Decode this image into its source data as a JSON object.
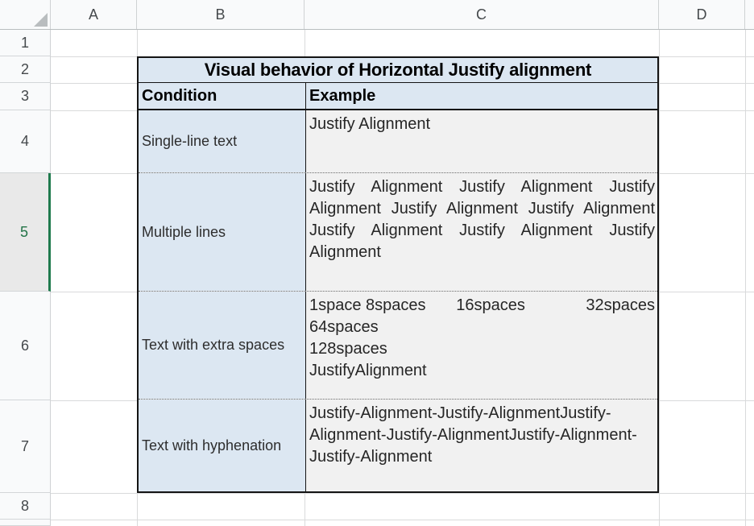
{
  "sheet": {
    "column_headers": [
      "A",
      "B",
      "C",
      "D"
    ],
    "row_headers": [
      "1",
      "2",
      "3",
      "4",
      "5",
      "6",
      "7",
      "8"
    ],
    "selected_row": "5"
  },
  "colors": {
    "table_header_fill": "#dce7f2",
    "example_cell_fill": "#f1f1f1",
    "selection_green": "#217346",
    "gridline": "#d9dadb"
  },
  "table": {
    "title": "Visual behavior of Horizontal Justify alignment",
    "column_headers": {
      "condition": "Condition",
      "example": "Example"
    },
    "rows": [
      {
        "condition": "Single-line text",
        "example": "Justify Alignment"
      },
      {
        "condition": "Multiple lines",
        "example": "Justify Alignment Justify Alignment Justify Alignment Justify Alignment Justify Alignment Justify Alignment Justify Alignment Justify Alignment"
      },
      {
        "condition": "Text with extra spaces",
        "example_lines": {
          "line1_seg1": "1space 8spaces",
          "line1_seg2": "16spaces",
          "line1_seg3": "32spaces",
          "line2": "64spaces",
          "line3": "128spaces",
          "line4": "JustifyAlignment"
        }
      },
      {
        "condition": "Text with hyphenation",
        "example": "Justify-Alignment-Justify-AlignmentJustify-Alignment-Justify-AlignmentJustify-Alignment-Justify-Alignment"
      }
    ]
  }
}
